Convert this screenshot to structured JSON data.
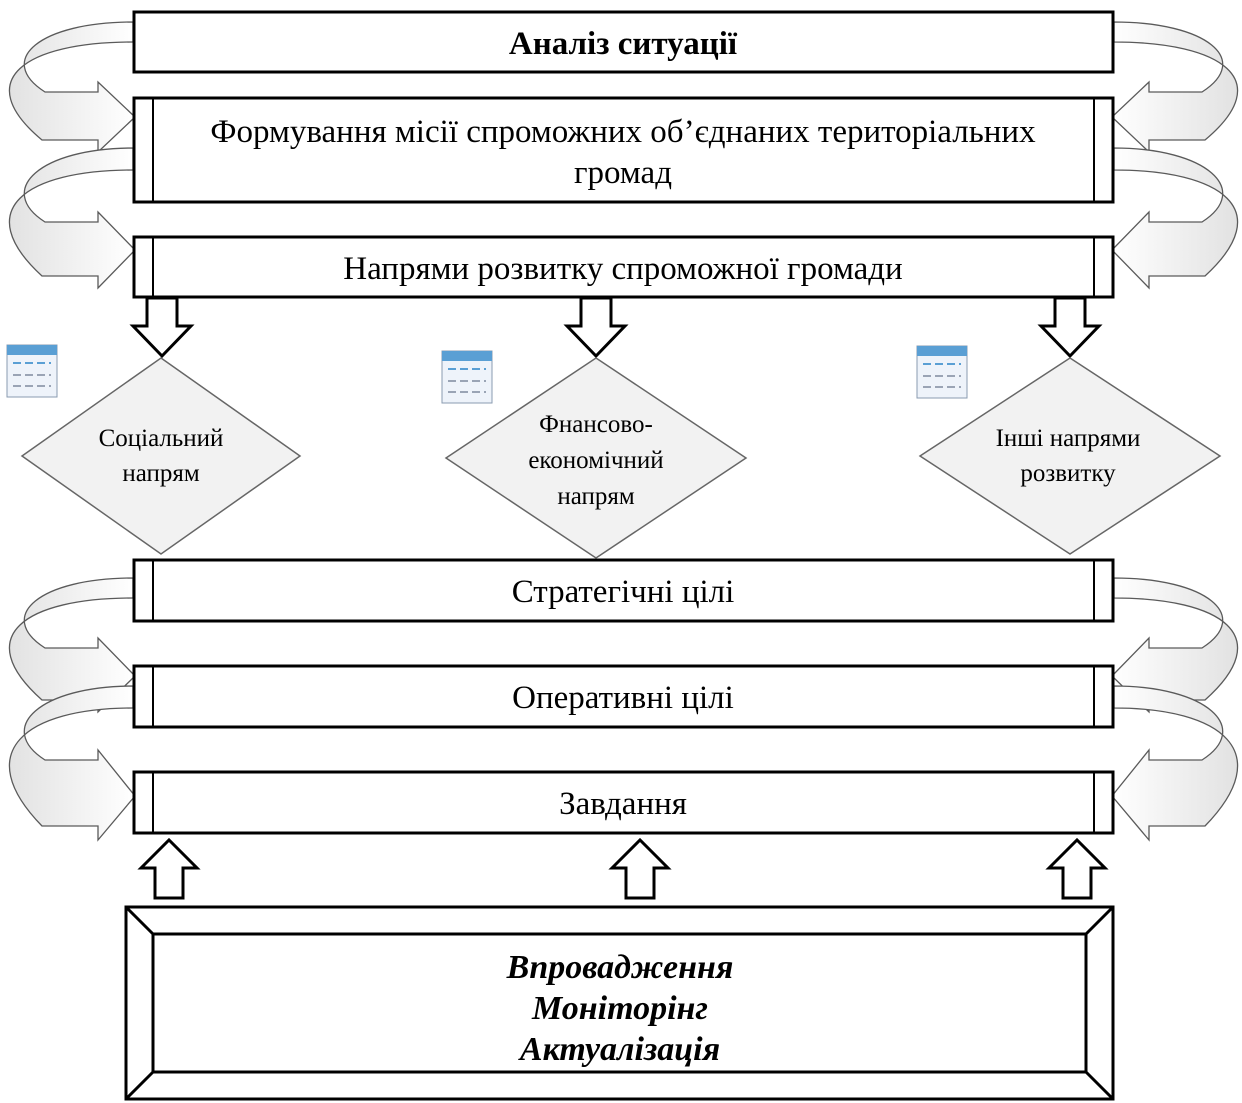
{
  "steps": {
    "analysis": "Аналіз ситуації",
    "mission_line1": "Формування місії спроможних об’єднаних територіальних",
    "mission_line2": "громад",
    "directions": "Напрями розвитку спроможної громади",
    "strategic": "Стратегічні цілі",
    "operational": "Оперативні цілі",
    "tasks": "Завдання"
  },
  "decisions": {
    "social_line1": "Соціальний",
    "social_line2": "напрям",
    "financial_line1": "Фнансово-",
    "financial_line2": "економічний",
    "financial_line3": "напрям",
    "other_line1": "Інші напрями",
    "other_line2": "розвитку"
  },
  "implementation": {
    "line1": "Впровадження",
    "line2": "Моніторінг",
    "line3": "Актуалізація"
  },
  "icons": [
    "table-icon",
    "table-icon",
    "table-icon"
  ],
  "colors": {
    "line": "#000000",
    "fill": "#ffffff",
    "arrow_fill": "#f4f4f4",
    "arrow_stroke": "#5a5a5a",
    "diamond_fill": "#f2f2f2",
    "icon_header": "#5a9fd4",
    "icon_body": "#eef3fa"
  }
}
